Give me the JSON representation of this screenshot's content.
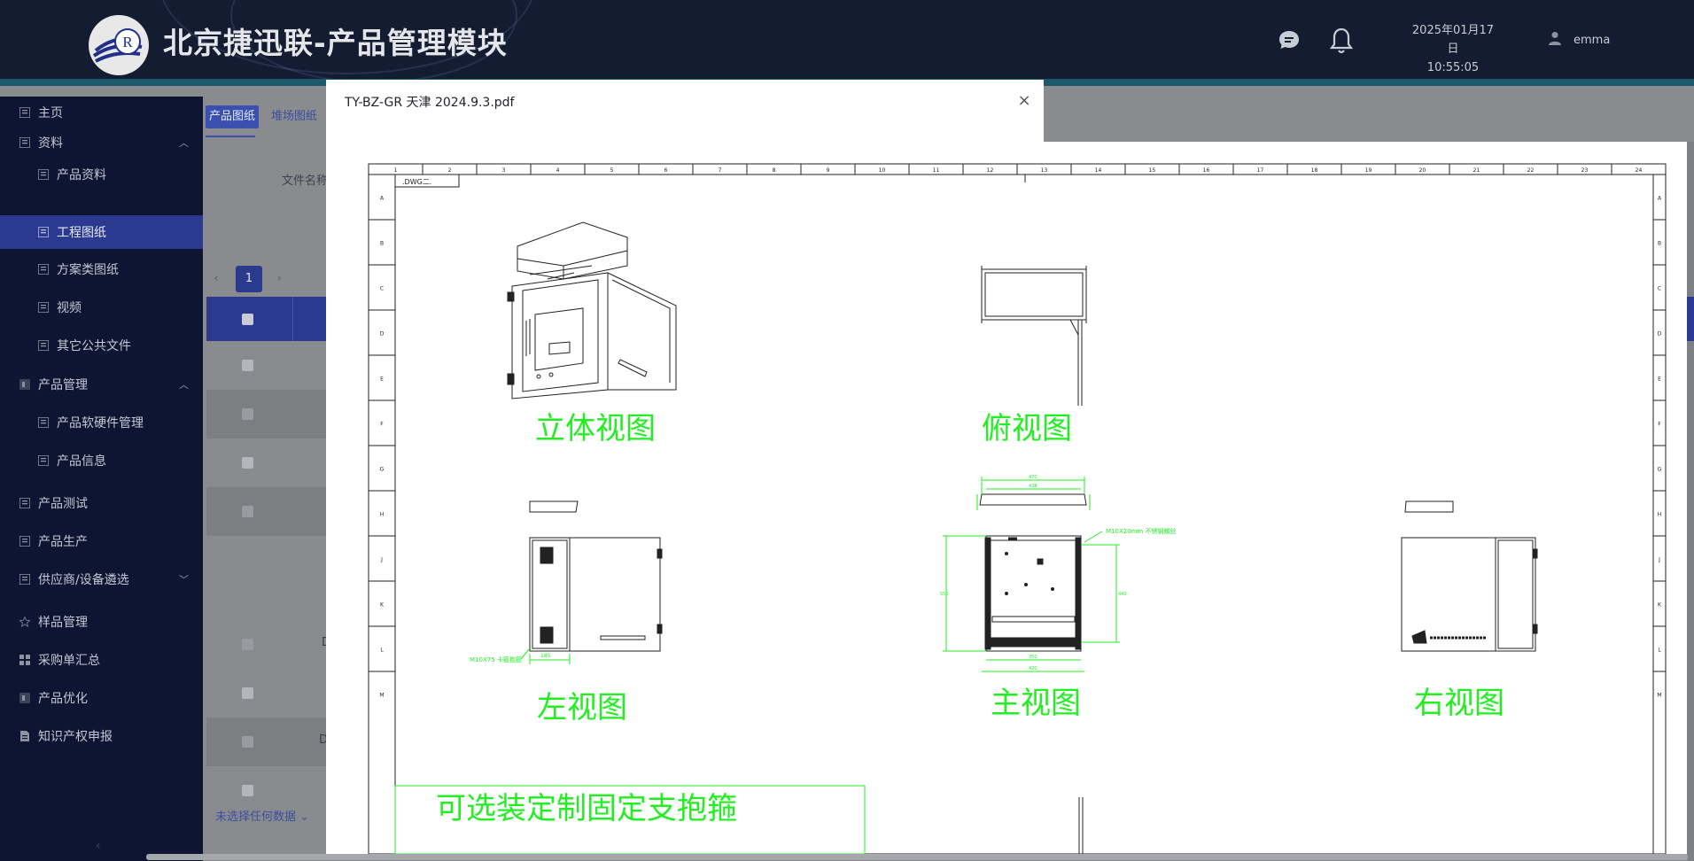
{
  "header": {
    "logo_letter": "R",
    "app_title": "北京捷迅联-产品管理模块",
    "date": "2025年01月17日",
    "time": "10:55:05",
    "username": "emma",
    "icons": [
      "chat-icon",
      "bell-icon",
      "user-icon"
    ]
  },
  "sidebar": {
    "items": [
      {
        "label": "主页",
        "icon": "list-icon"
      },
      {
        "label": "资料",
        "icon": "list-icon",
        "expanded": true
      },
      {
        "label": "产品资料",
        "icon": "list-icon"
      },
      {
        "label": "工程图纸",
        "icon": "list-icon",
        "active": true
      },
      {
        "label": "方案类图纸",
        "icon": "list-icon"
      },
      {
        "label": "视频",
        "icon": "list-icon"
      },
      {
        "label": "其它公共文件",
        "icon": "list-icon"
      },
      {
        "label": "产品管理",
        "icon": "grid-icon",
        "expanded": true
      },
      {
        "label": "产品软硬件管理",
        "icon": "list-icon"
      },
      {
        "label": "产品信息",
        "icon": "list-icon"
      },
      {
        "label": "产品测试",
        "icon": "list-icon"
      },
      {
        "label": "产品生产",
        "icon": "list-icon"
      },
      {
        "label": "供应商/设备遴选",
        "icon": "list-icon",
        "expanded": false
      },
      {
        "label": "样品管理",
        "icon": "star-icon"
      },
      {
        "label": "采购单汇总",
        "icon": "apps-icon"
      },
      {
        "label": "产品优化",
        "icon": "grid-icon"
      },
      {
        "label": "知识产权申报",
        "icon": "doc-icon"
      }
    ],
    "collapse_glyph": "‹"
  },
  "page": {
    "tabs": [
      "产品图纸",
      "堆场图纸"
    ],
    "filter_label": "文件名称",
    "pager": {
      "prev": "‹",
      "current": "1",
      "next": "›"
    },
    "row_cells": [
      "D",
      "D"
    ],
    "bottom_select": "未选择任何数据 ⌄"
  },
  "modal": {
    "title": "TY-BZ-GR 天津 2024.9.3.pdf",
    "close": "×"
  },
  "drawing": {
    "col_numbers": [
      "1",
      "2",
      "3",
      "4",
      "5",
      "6",
      "7",
      "8",
      "9",
      "10",
      "11",
      "12",
      "13",
      "14",
      "15",
      "16",
      "17",
      "18",
      "19",
      "20",
      "21",
      "22",
      "23",
      "24"
    ],
    "row_letters": [
      "A",
      "B",
      "C",
      "D",
      "E",
      "F",
      "G",
      "H",
      "J",
      "K",
      "L",
      "M"
    ],
    "view_labels": {
      "iso": "立体视图",
      "top": "俯视图",
      "left": "左视图",
      "front": "主视图",
      "right": "右视图"
    },
    "option_note": "可选装定制固定支抱箍",
    "accent_color": "#22ee22",
    "line_color": "#222222"
  }
}
